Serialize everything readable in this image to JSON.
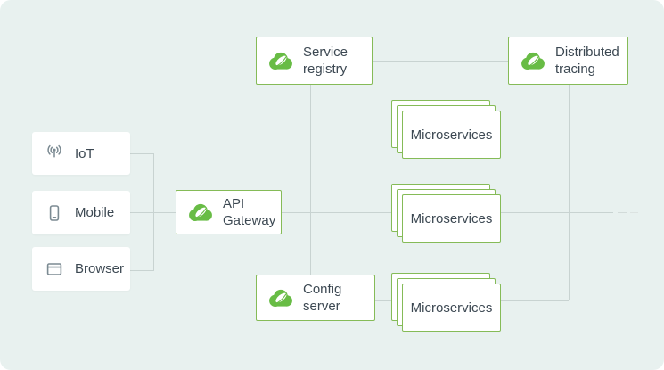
{
  "colors": {
    "card_background": "#e8f1ef",
    "connector_line": "#c8d3d1",
    "node_border_green": "#85bb57",
    "spring_logo_green": "#68bc45",
    "text": "#3c4852",
    "client_icon_gray": "#7b8a92"
  },
  "diagram": {
    "clients": [
      {
        "label": "IoT",
        "icon": "broadcast-icon"
      },
      {
        "label": "Mobile",
        "icon": "smartphone-icon"
      },
      {
        "label": "Browser",
        "icon": "browser-window-icon"
      }
    ],
    "nodes": {
      "api_gateway": {
        "label": "API Gateway",
        "icon": "spring-cloud-logo"
      },
      "service_registry": {
        "label": "Service registry",
        "icon": "spring-cloud-logo"
      },
      "distributed_tracing": {
        "label": "Distributed tracing",
        "icon": "spring-cloud-logo"
      },
      "config_server": {
        "label": "Config server",
        "icon": "spring-cloud-logo"
      }
    },
    "stacks": [
      {
        "label": "Microservices"
      },
      {
        "label": "Microservices"
      },
      {
        "label": "Microservices"
      }
    ],
    "edges": [
      "iot -> clients-junction",
      "mobile -> api-gateway",
      "browser -> clients-junction",
      "api-gateway -> microservices-middle (continues right, fading dashes)",
      "service-registry -> distributed-tracing",
      "service-registry -> config-server",
      "service-registry -> microservices-top",
      "microservices-top -> distributed-tracing",
      "distributed-tracing -> microservices-bottom",
      "config-server -> microservices-bottom"
    ]
  }
}
